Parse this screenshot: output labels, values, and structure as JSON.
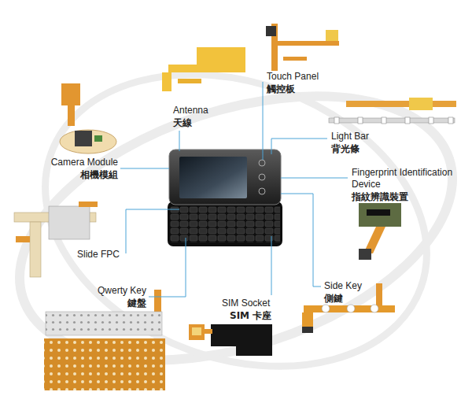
{
  "diagram": {
    "labels": [
      "Touch Panel",
      "觸控板",
      "Antenna",
      "天線",
      "Light Bar",
      "背光條",
      "Camera Module",
      "相機模組",
      "Fingerprint Identification Device",
      "指紋辨識裝置",
      "Slide FPC",
      "Qwerty Key",
      "鍵盤",
      "Side Key",
      "側鍵",
      "SIM Socket",
      "SIM 卡座"
    ]
  }
}
